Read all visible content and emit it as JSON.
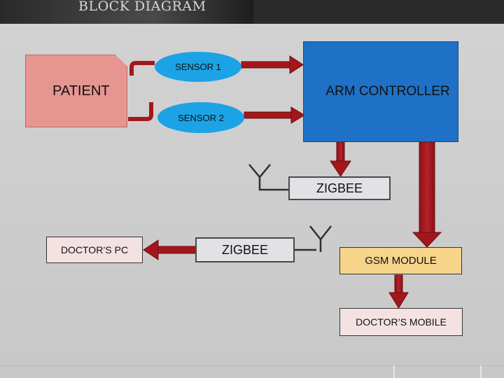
{
  "header": {
    "title": "BLOCK DIAGRAM"
  },
  "diagram": {
    "patient": "PATIENT",
    "sensor1": "SENSOR 1",
    "sensor2": "SENSOR 2",
    "arm_controller": "ARM CONTROLLER",
    "zigbee_right": "ZIGBEE",
    "zigbee_left": "ZIGBEE",
    "doctor_pc": "DOCTOR’S PC",
    "gsm_module": "GSM MODULE",
    "doctor_mobile": "DOCTOR’S MOBILE"
  },
  "colors": {
    "patient": "#e79591",
    "sensor": "#1ba3e6",
    "arm_controller": "#1f71c7",
    "zigbee": "#e1e1e6",
    "gsm_module": "#f6d48a",
    "doctor_box": "#f4e2e2",
    "arrow": "#a3171b"
  }
}
